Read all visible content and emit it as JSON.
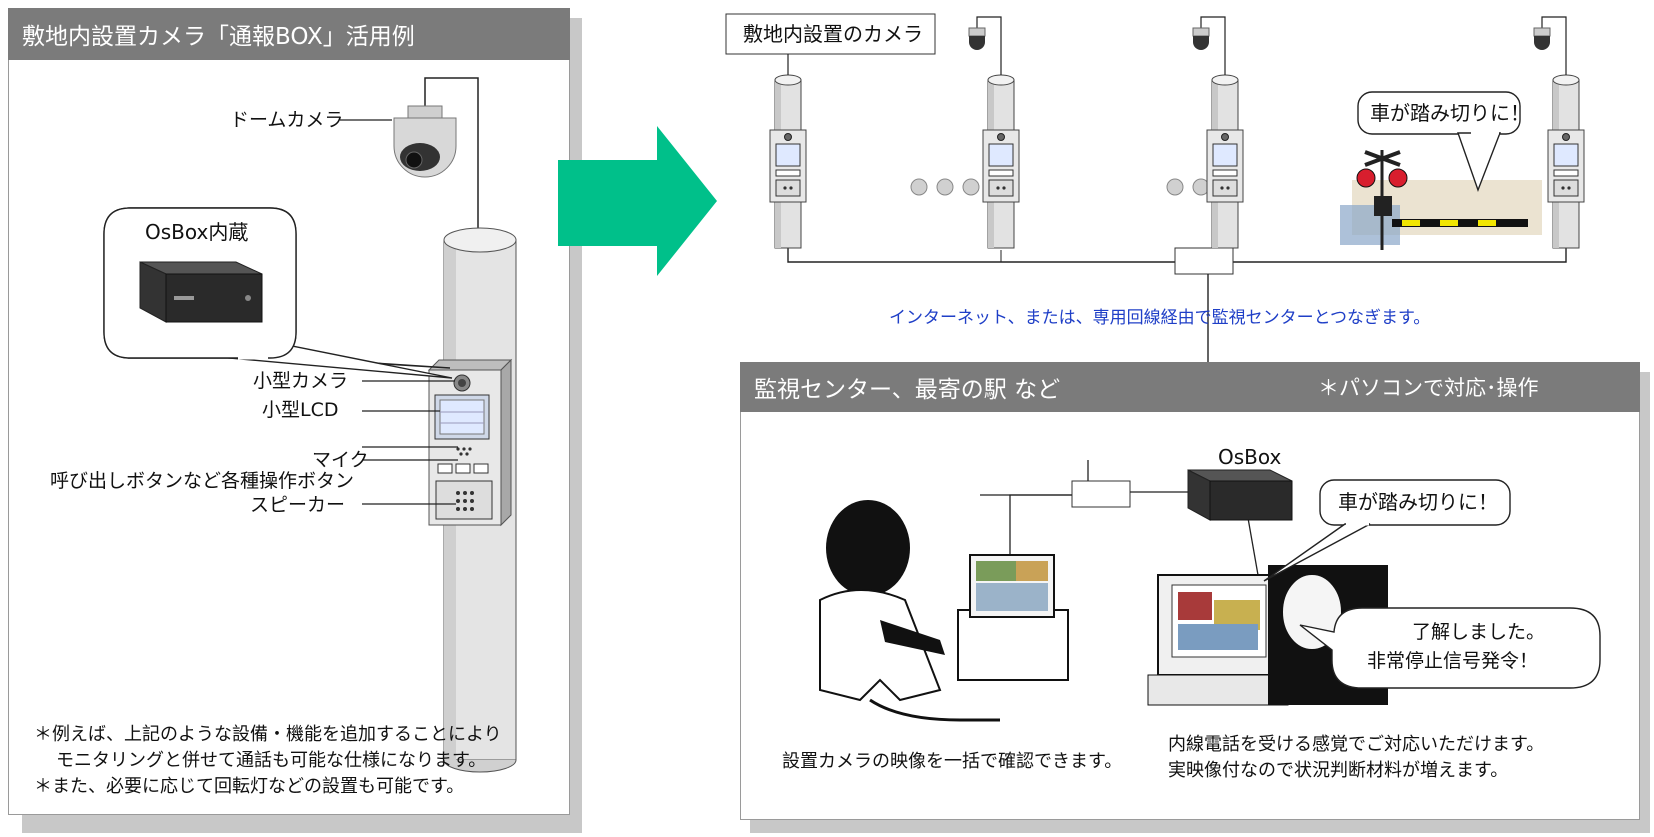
{
  "left_panel": {
    "title": "敷地内設置カメラ「通報BOX」活用例",
    "dome_camera_label": "ドームカメラ",
    "osbox_callout": "OsBox内蔵",
    "parts": {
      "small_camera": "小型カメラ",
      "small_lcd": "小型LCD",
      "mic": "マイク",
      "buttons": "呼び出しボタンなど各種操作ボタン",
      "speaker": "スピーカー"
    },
    "notes": [
      "＊例えば、上記のような設備・機能を追加することにより",
      "モニタリングと併せて通話も可能な仕様になります。",
      "＊また、必要に応じて回転灯などの設置も可能です。"
    ]
  },
  "top_diagram": {
    "camera_label": "敷地内設置のカメラ",
    "crossing_bubble": "車が踏み切りに！",
    "network_caption": "インターネット、または、専用回線経由で監視センターとつなぎます。"
  },
  "right_panel": {
    "title": "監視センター、最寄の駅 など",
    "subtitle": "＊パソコンで対応･操作",
    "osbox_label": "OsBox",
    "alert_bubble": "車が踏み切りに！",
    "reply_line1": "了解しました。",
    "reply_line2": "非常停止信号発令！",
    "caption_left": "設置カメラの映像を一括で確認できます。",
    "caption_right_1": "内線電話を受ける感覚でご対応いただけます。",
    "caption_right_2": "実映像付なので状況判断材料が増えます。"
  },
  "colors": {
    "header_bg": "#7b7b7b",
    "arrow": "#00c08a",
    "network_caption": "#1f3fc7"
  }
}
